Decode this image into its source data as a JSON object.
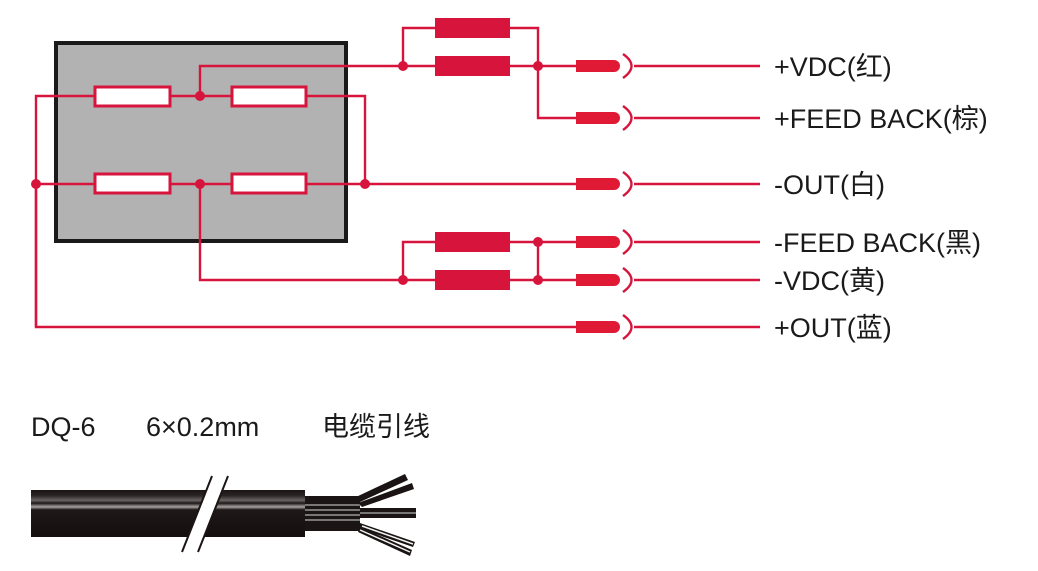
{
  "diagram": {
    "title": "Wiring diagram",
    "colors": {
      "wire": "#d7143c",
      "housing_fill": "#b2b2b2",
      "housing_border": "#1a1a1a",
      "text": "#1a1a1a",
      "cable": "#1a1414"
    },
    "terminals": [
      {
        "label": "+VDC(红)",
        "signal": "+VDC",
        "color_cn": "红"
      },
      {
        "label": "+FEED BACK(棕)",
        "signal": "+FEED BACK",
        "color_cn": "棕"
      },
      {
        "label": "-OUT(白)",
        "signal": "-OUT",
        "color_cn": "白"
      },
      {
        "label": "-FEED BACK(黑)",
        "signal": "-FEED BACK",
        "color_cn": "黑"
      },
      {
        "label": "-VDC(黄)",
        "signal": "-VDC",
        "color_cn": "黄"
      },
      {
        "label": "+OUT(蓝)",
        "signal": "+OUT",
        "color_cn": "蓝"
      }
    ],
    "bridge": {
      "resistor_count": 4
    },
    "cable": {
      "model": "DQ-6",
      "spec": "6×0.2mm",
      "description": "电缆引线",
      "conductor_count": 6
    }
  }
}
